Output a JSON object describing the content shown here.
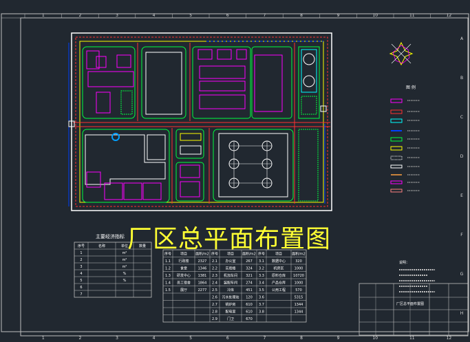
{
  "drawing": {
    "title": "厂区总平面布置图",
    "title_block_label": "厂区总平面布置图",
    "border_top_numbers": [
      "1",
      "2",
      "3",
      "4",
      "5",
      "6",
      "7",
      "8",
      "9",
      "10",
      "11",
      "12"
    ],
    "border_side_letters": [
      "A",
      "B",
      "C",
      "D",
      "E",
      "F",
      "G",
      "H"
    ],
    "border_bottom_numbers": [
      "1",
      "2",
      "3",
      "4",
      "5",
      "6",
      "7",
      "8",
      "9",
      "10",
      "11",
      "12"
    ],
    "left_table_title": "主要经济指标",
    "left_table_header": [
      "序号",
      "名称",
      "单位",
      "数量"
    ],
    "left_table_rows": [
      [
        "1",
        "",
        "m²",
        ""
      ],
      [
        "2",
        "",
        "m²",
        ""
      ],
      [
        "3",
        "",
        "m²",
        ""
      ],
      [
        "4",
        "",
        "%",
        ""
      ],
      [
        "5",
        "",
        "%",
        ""
      ],
      [
        "6",
        "",
        "",
        ""
      ],
      [
        "7",
        "",
        "",
        ""
      ]
    ],
    "right_table_header": [
      "序号",
      "项目",
      "面积/m2",
      "序号",
      "项目",
      "面积/m2",
      "序号",
      "项目",
      "面积/m2"
    ],
    "right_table_rows": [
      [
        "1.1",
        "行政楼",
        "2327",
        "2.1",
        "办公室",
        "267",
        "3.1",
        "数据中心",
        "320"
      ],
      [
        "1.2",
        "食堂",
        "1346",
        "2.2",
        "实验楼",
        "324",
        "3.2",
        "机房区",
        "1000"
      ],
      [
        "1.3",
        "研发中心",
        "1381",
        "2.3",
        "机加车间",
        "321",
        "3.3",
        "原料仓库",
        "10720"
      ],
      [
        "1.4",
        "员工宿舍",
        "1864",
        "2.4",
        "装配车间",
        "274",
        "3.4",
        "产品仓库",
        "1000"
      ],
      [
        "1.5",
        "展厅",
        "2277",
        "2.5",
        "冷库",
        "451",
        "3.5",
        "公用工程",
        "570"
      ],
      [
        "",
        "",
        "",
        "2.6",
        "污水处理站",
        "120",
        "3.6",
        "",
        "5315"
      ],
      [
        "",
        "",
        "",
        "2.7",
        "锅炉房",
        "610",
        "3.7",
        "",
        "1344"
      ],
      [
        "",
        "",
        "",
        "2.8",
        "配电室",
        "610",
        "3.8",
        "",
        "1344"
      ],
      [
        "",
        "",
        "",
        "2.9",
        "门卫",
        "670",
        "",
        "",
        ""
      ]
    ],
    "legend_title": "图 例",
    "notes_title": "说明：",
    "colors": {
      "background": "#212830",
      "frame": "#c8c8c8",
      "building": "#ff00ff",
      "road": "#ff3030",
      "green": "#00ff40",
      "wall": "#ffff00",
      "pipe": "#0040ff",
      "cyan": "#00ffff",
      "title": "#ffff33"
    }
  }
}
